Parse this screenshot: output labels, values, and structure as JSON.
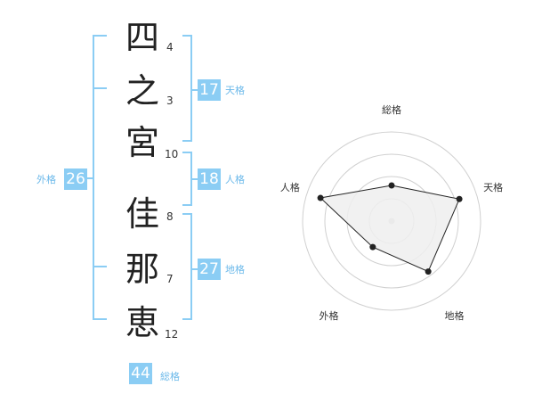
{
  "name": {
    "characters": [
      {
        "char": "四",
        "strokes": "4"
      },
      {
        "char": "之",
        "strokes": "3"
      },
      {
        "char": "宮",
        "strokes": "10"
      },
      {
        "char": "佳",
        "strokes": "8"
      },
      {
        "char": "那",
        "strokes": "7"
      },
      {
        "char": "恵",
        "strokes": "12"
      }
    ]
  },
  "fortune": {
    "tenkaku": {
      "value": "17",
      "label": "天格"
    },
    "jinkaku": {
      "value": "18",
      "label": "人格"
    },
    "chikaku": {
      "value": "27",
      "label": "地格"
    },
    "gaikaku": {
      "value": "26",
      "label": "外格"
    },
    "soukaku": {
      "value": "44",
      "label": "総格"
    }
  },
  "colors": {
    "accent": "#8bcdf4",
    "accent_text": "#6cb9ea",
    "radar_fill": "#efefef",
    "radar_line": "#222222",
    "grid": "#d0d0d0"
  },
  "chart_data": {
    "type": "radar",
    "axes": [
      "総格",
      "天格",
      "地格",
      "外格",
      "人格"
    ],
    "values": [
      2,
      4,
      3.5,
      1.8,
      4.2
    ],
    "max": 5
  }
}
